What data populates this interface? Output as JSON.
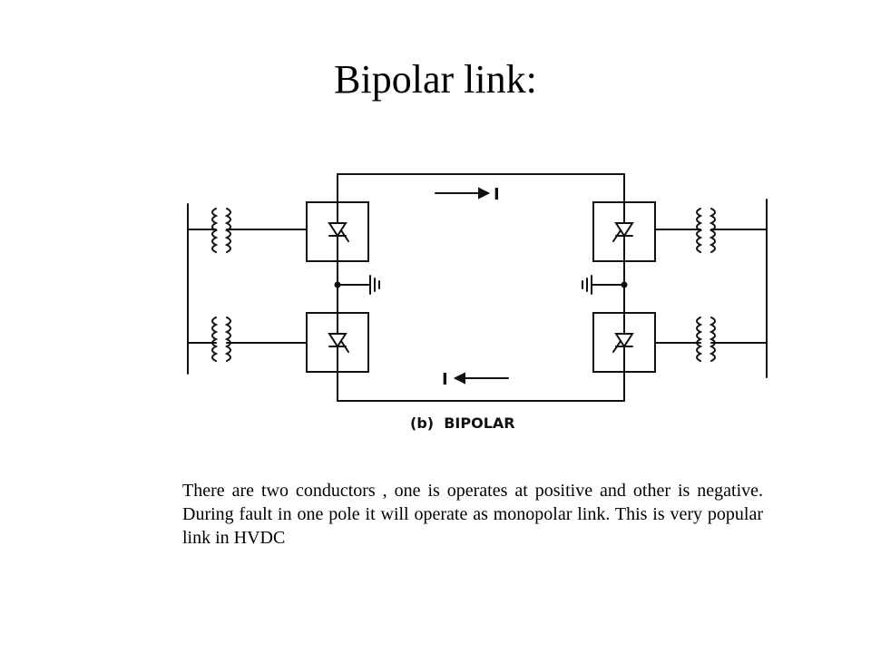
{
  "slide": {
    "title": "Bipolar link:",
    "body": "There are two conductors , one is operates at positive and other is negative. During fault in one pole it will operate as monopolar link. This is very popular link in HVDC"
  },
  "diagram": {
    "caption": "(b)  BIPOLAR",
    "current_top_label": "I",
    "current_bottom_label": "I"
  }
}
